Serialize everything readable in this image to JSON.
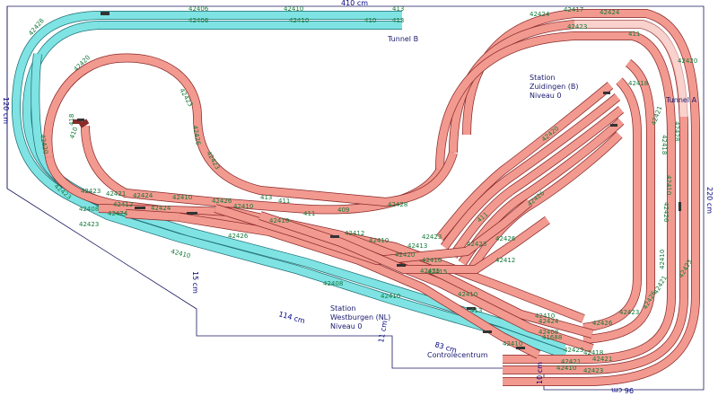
{
  "colors": {
    "helper_track": "#7fe3e3",
    "main_track": "#f29a90",
    "dimension": "#000080",
    "part_number": "#137a3a"
  },
  "dimensions": {
    "top_width": "410 cm",
    "left_height": "120 cm",
    "right_height": "220 cm",
    "left_step": "15 cm",
    "bottom_left": "114 cm",
    "mid_step": "11 cm",
    "bottom_mid": "83 cm",
    "bottom_right_step": "10 cm",
    "bottom_right": "96 cm"
  },
  "labels": {
    "tunnel_a": "Tunnel A",
    "tunnel_b": "Tunnel B",
    "station_south": [
      "Station",
      "Zuidingen (B)",
      "Niveau 0"
    ],
    "station_west": [
      "Station",
      "Westburgen (NL)",
      "Niveau 0"
    ],
    "control_center": "Controlecentrum"
  },
  "part_labels": [
    "42406",
    "42410",
    "413",
    "42406",
    "42410",
    "410",
    "413",
    "42424",
    "42417",
    "42424",
    "42423",
    "42420",
    "411",
    "42426",
    "42428",
    "42410",
    "42423",
    "42421",
    "42418",
    "42420",
    "42423",
    "410",
    "42426",
    "42428",
    "42423",
    "42420",
    "42423",
    "42421",
    "42408",
    "42424",
    "42410",
    "42426",
    "42424",
    "42423",
    "42410",
    "42412",
    "42424",
    "42410",
    "42423",
    "42426",
    "42410",
    "413",
    "411",
    "409",
    "42428",
    "42412",
    "42410",
    "42420",
    "42410",
    "42413",
    "42415",
    "411",
    "42408",
    "42410",
    "42423",
    "42425",
    "42426",
    "42420",
    "42423",
    "411",
    "42410",
    "42412",
    "413",
    "42426",
    "42424",
    "42408",
    "42410",
    "42426",
    "42410",
    "41688",
    "42423",
    "42421",
    "42418",
    "42421",
    "42410",
    "42423",
    "42426",
    "42421",
    "42418",
    "42410",
    "42423",
    "418"
  ]
}
